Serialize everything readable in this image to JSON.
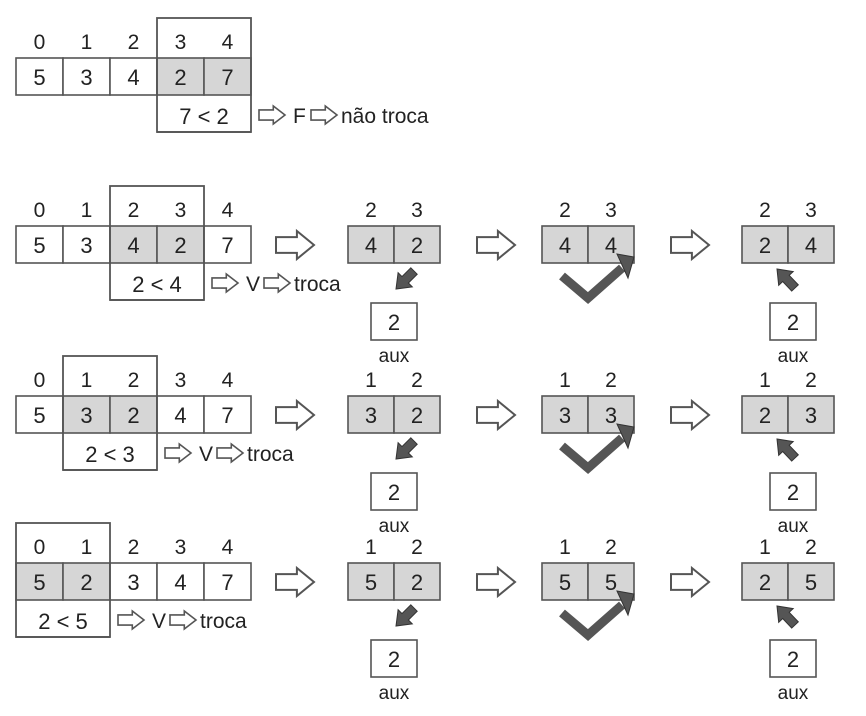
{
  "colors": {
    "highlight": "#d6d6d6",
    "stroke": "#555555",
    "text": "#222222",
    "dark_arrow": "#555555"
  },
  "rows": [
    {
      "id": "row-1",
      "indices": [
        "0",
        "1",
        "2",
        "3",
        "4"
      ],
      "values": [
        "5",
        "3",
        "4",
        "2",
        "7"
      ],
      "highlight": [
        3,
        4
      ],
      "comparison": "7 < 2",
      "result": "F",
      "action": "não troca",
      "swap": null
    },
    {
      "id": "row-2",
      "indices": [
        "0",
        "1",
        "2",
        "3",
        "4"
      ],
      "values": [
        "5",
        "3",
        "4",
        "2",
        "7"
      ],
      "highlight": [
        2,
        3
      ],
      "comparison": "2 < 4",
      "result": "V",
      "action": "troca",
      "swap": {
        "pair_indices": [
          "2",
          "3"
        ],
        "step1": [
          "4",
          "2"
        ],
        "step2": [
          "4",
          "4"
        ],
        "step3": [
          "2",
          "4"
        ],
        "aux_value": "2",
        "aux_label": "aux"
      }
    },
    {
      "id": "row-3",
      "indices": [
        "0",
        "1",
        "2",
        "3",
        "4"
      ],
      "values": [
        "5",
        "3",
        "2",
        "4",
        "7"
      ],
      "highlight": [
        1,
        2
      ],
      "comparison": "2 < 3",
      "result": "V",
      "action": "troca",
      "swap": {
        "pair_indices": [
          "1",
          "2"
        ],
        "step1": [
          "3",
          "2"
        ],
        "step2": [
          "3",
          "3"
        ],
        "step3": [
          "2",
          "3"
        ],
        "aux_value": "2",
        "aux_label": "aux"
      }
    },
    {
      "id": "row-4",
      "indices": [
        "0",
        "1",
        "2",
        "3",
        "4"
      ],
      "values": [
        "5",
        "2",
        "3",
        "4",
        "7"
      ],
      "highlight": [
        0,
        1
      ],
      "comparison": "2 < 5",
      "result": "V",
      "action": "troca",
      "swap": {
        "pair_indices": [
          "1",
          "2"
        ],
        "step1": [
          "5",
          "2"
        ],
        "step2": [
          "5",
          "5"
        ],
        "step3": [
          "2",
          "5"
        ],
        "aux_value": "2",
        "aux_label": "aux"
      }
    }
  ]
}
